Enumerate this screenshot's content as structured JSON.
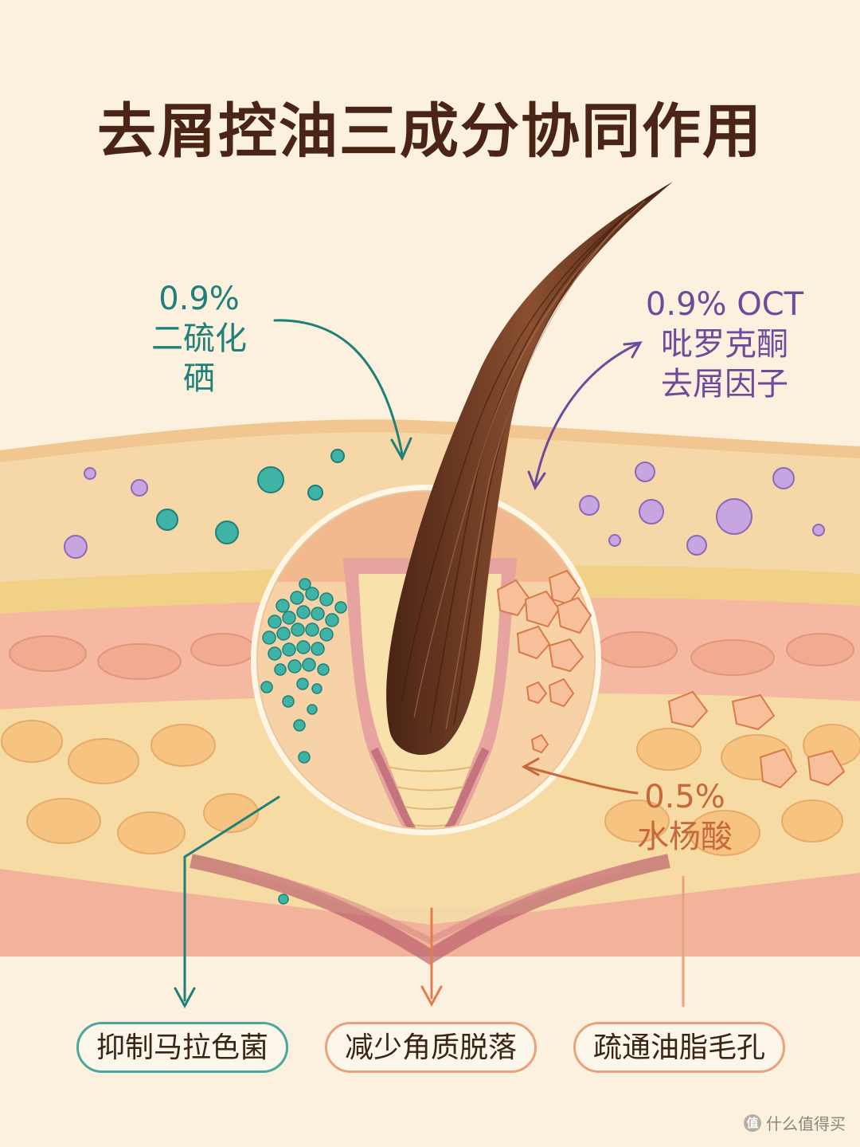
{
  "title": "去屑控油三成分协同作用",
  "labels": {
    "selenium": {
      "pct": "0.9%",
      "name": "二硫化硒"
    },
    "oct": {
      "pct": "0.9% OCT",
      "line1": "吡罗克酮",
      "line2": "去屑因子"
    },
    "salicylic": {
      "pct": "0.5%",
      "name": "水杨酸"
    }
  },
  "effects": [
    {
      "text": "抑制马拉色菌"
    },
    {
      "text": "减少角质脱落"
    },
    {
      "text": "疏通油脂毛孔"
    }
  ],
  "watermark": {
    "badge": "值",
    "text": "什么值得买"
  },
  "colors": {
    "teal": "#1f7f79",
    "purple": "#6e4a9a",
    "orange": "#c8683a",
    "hair": "#6b3a24",
    "background": "#fbf1de"
  }
}
